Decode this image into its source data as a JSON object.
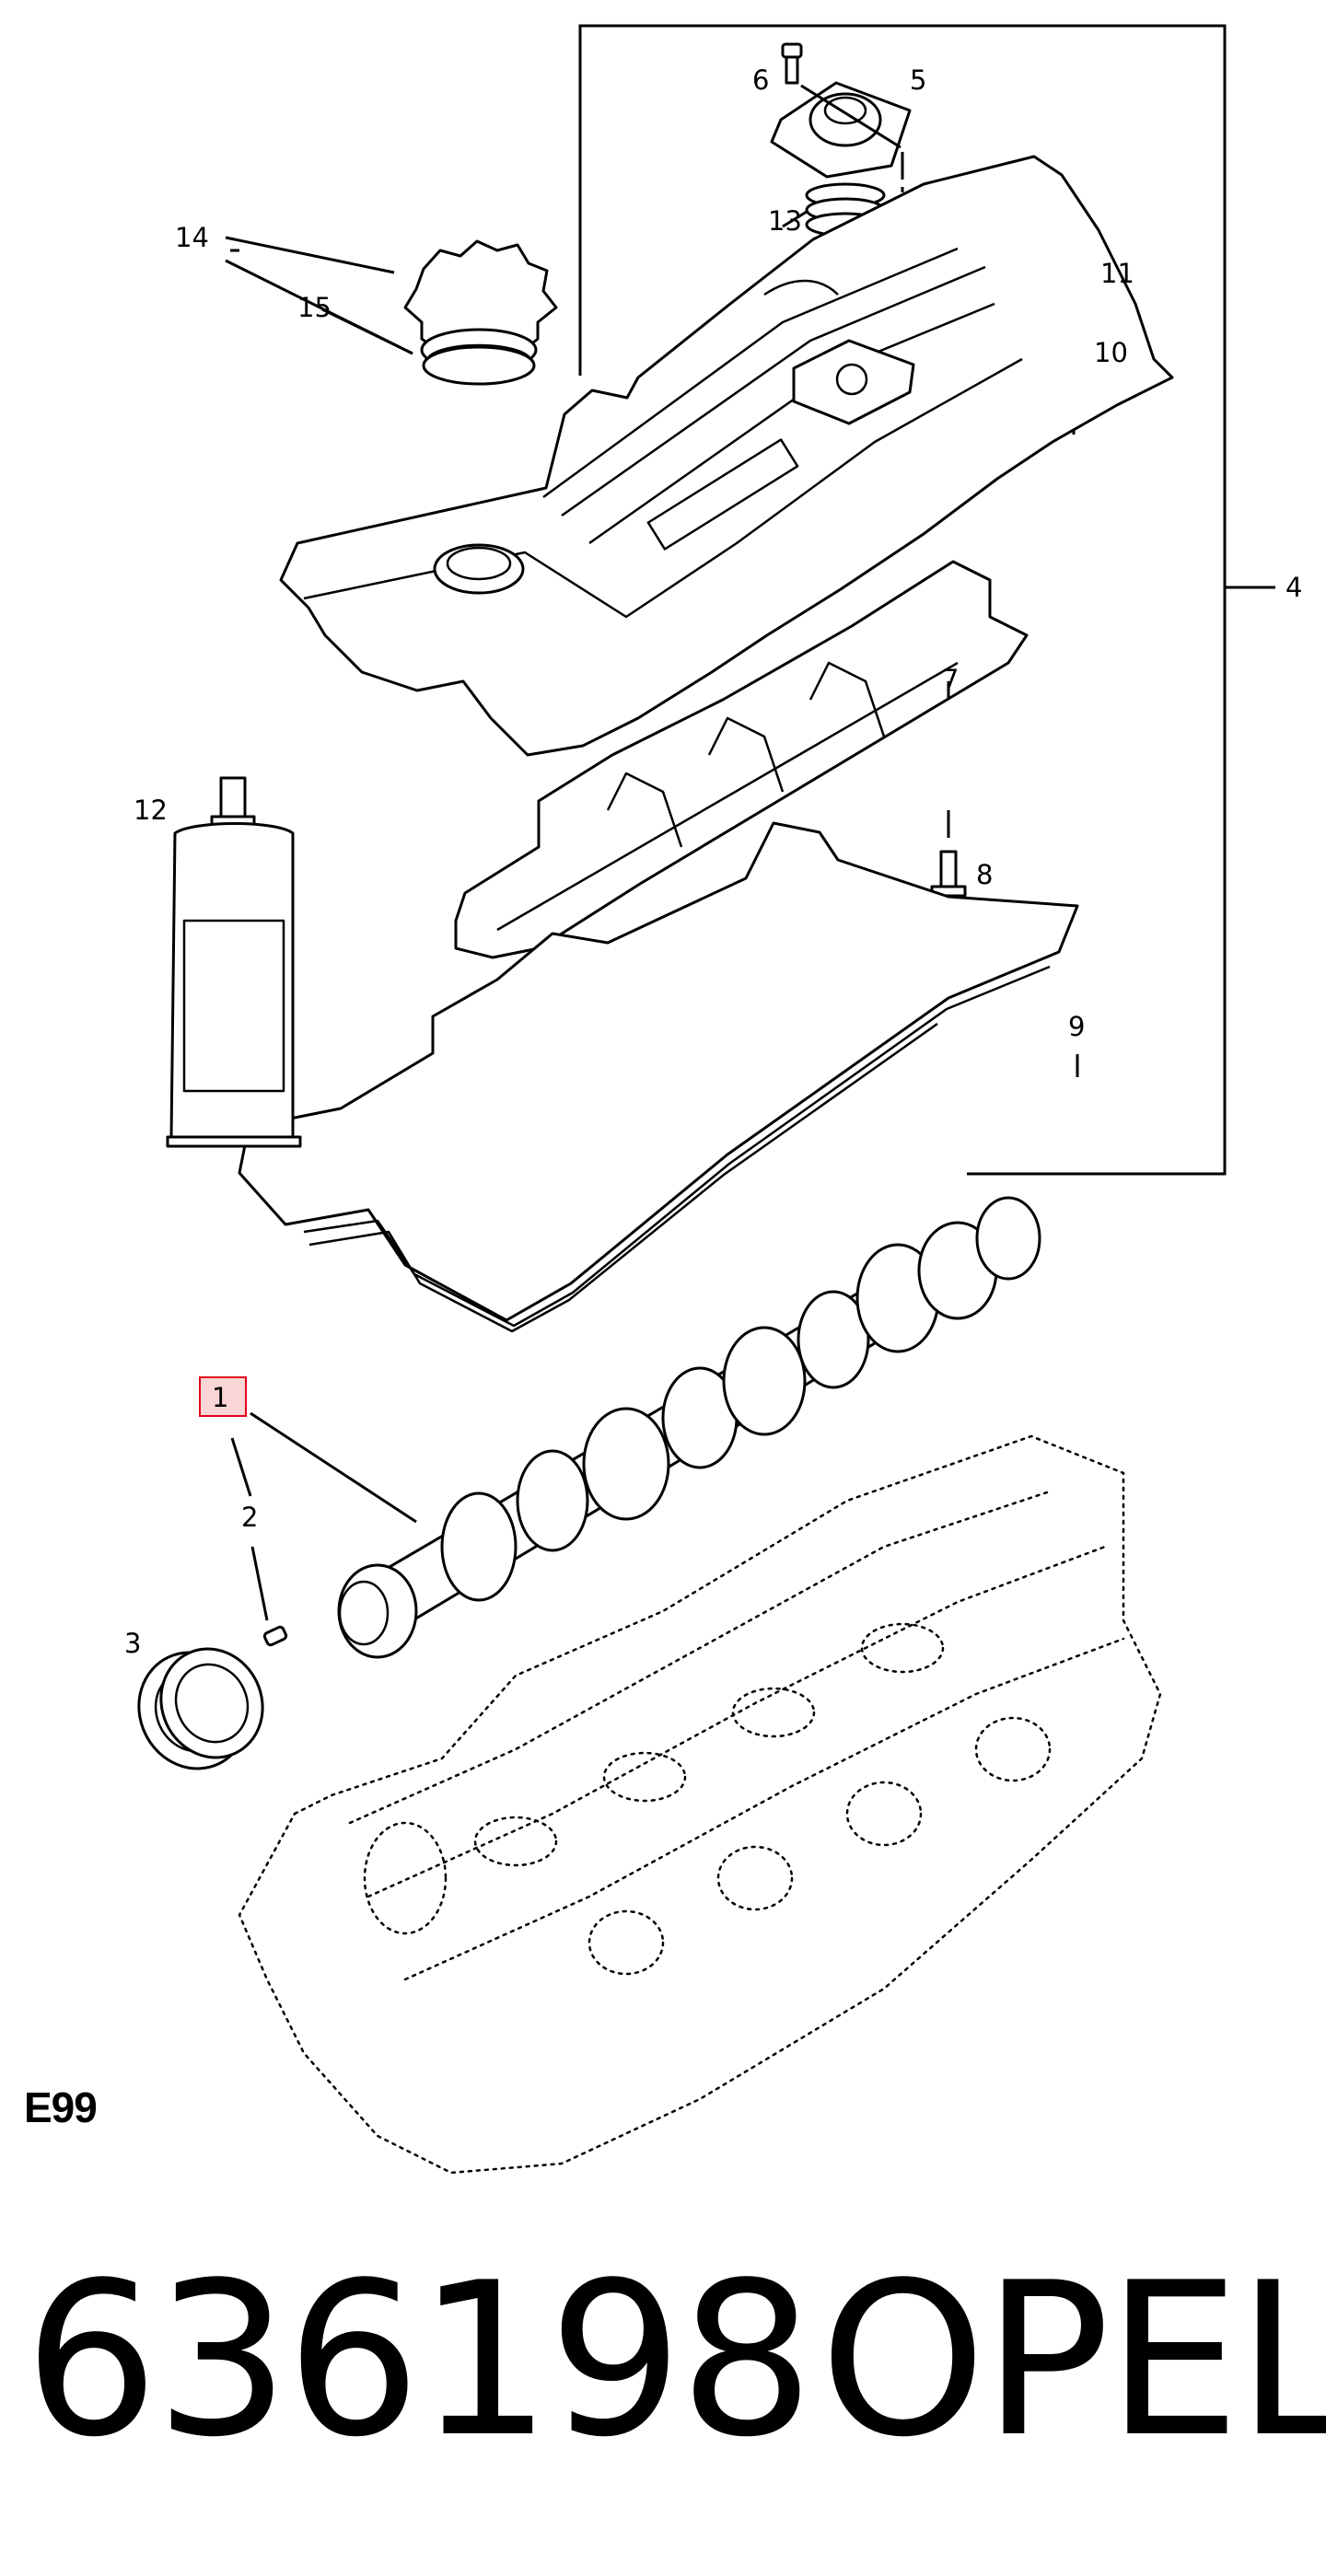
{
  "diagram": {
    "code": "E99",
    "highlighted_callout": "1",
    "callouts": [
      "1",
      "2",
      "3",
      "4",
      "5",
      "6",
      "7",
      "8",
      "9",
      "10",
      "11",
      "12",
      "13",
      "14",
      "15"
    ],
    "colors": {
      "line": "#000000",
      "highlight_fill": "#fbd6d6",
      "highlight_stroke": "#e0001b"
    }
  },
  "part": {
    "number": "636198",
    "brand": "OPEL"
  }
}
